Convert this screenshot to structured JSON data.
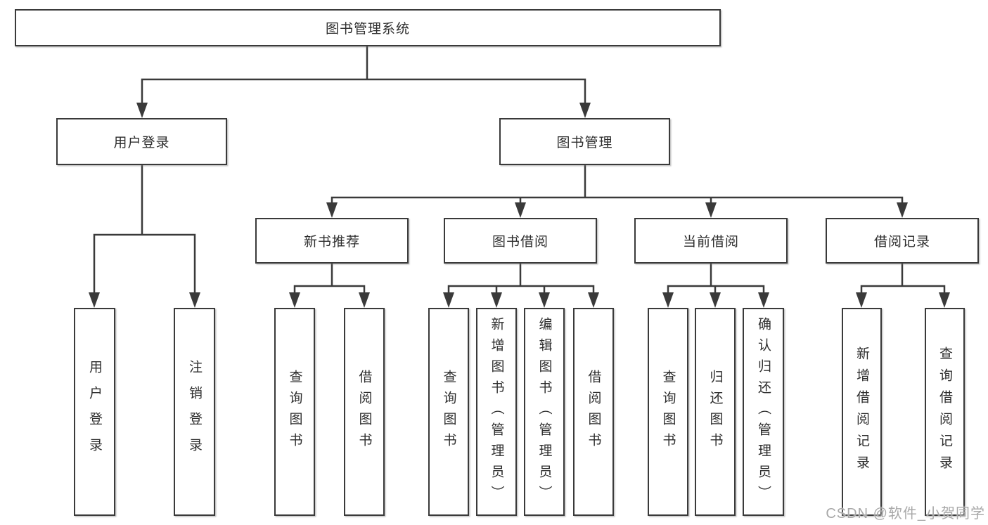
{
  "diagram": {
    "type": "hierarchy-tree",
    "nodes": {
      "root": "图书管理系统",
      "level2": [
        "用户登录",
        "图书管理"
      ],
      "level3": [
        "新书推荐",
        "图书借阅",
        "当前借阅",
        "借阅记录"
      ],
      "leaves": {
        "user_login": [
          "用户登录",
          "注销登录"
        ],
        "new_book_recommend": [
          "查询图书",
          "借阅图书"
        ],
        "book_borrow": [
          "查询图书",
          "新增图书（管理员）",
          "编辑图书（管理员）",
          "借阅图书"
        ],
        "current_borrow": [
          "查询图书",
          "归还图书",
          "确认归还（管理员）"
        ],
        "borrow_record": [
          "新增借阅记录",
          "查询借阅记录"
        ]
      }
    },
    "structure": {
      "图书管理系统": {
        "用户登录": [
          "用户登录",
          "注销登录"
        ],
        "图书管理": {
          "新书推荐": [
            "查询图书",
            "借阅图书"
          ],
          "图书借阅": [
            "查询图书",
            "新增图书（管理员）",
            "编辑图书（管理员）",
            "借阅图书"
          ],
          "当前借阅": [
            "查询图书",
            "归还图书",
            "确认归还（管理员）"
          ],
          "借阅记录": [
            "新增借阅记录",
            "查询借阅记录"
          ]
        }
      }
    },
    "colors": {
      "line": "#3a3a3a",
      "box_fill": "#ffffff",
      "text": "#2d2d2d",
      "watermark": "#a8a8a8"
    },
    "watermark": "CSDN @软件_小贺同学"
  }
}
